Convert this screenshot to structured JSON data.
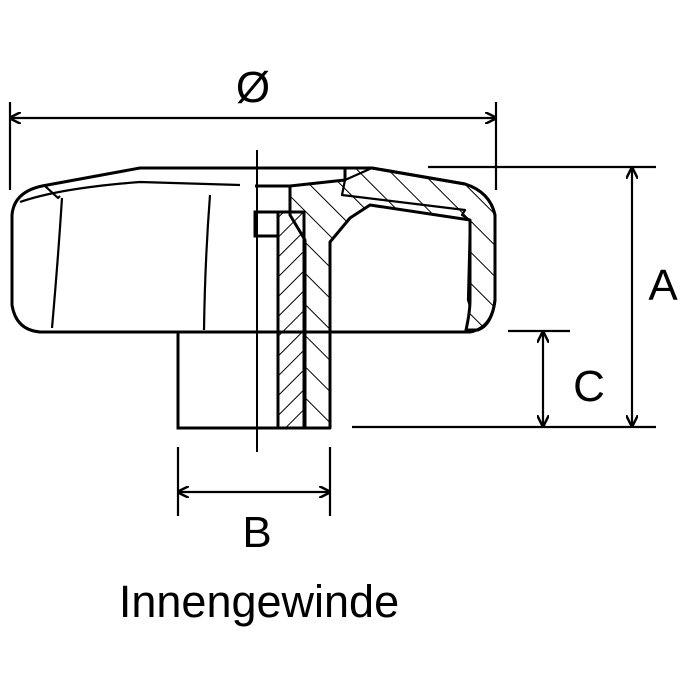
{
  "labels": {
    "diameter": "Ø",
    "height_total": "A",
    "thread_size": "B",
    "boss_height": "C",
    "caption": "Innengewinde"
  },
  "colors": {
    "stroke": "#000000",
    "background": "#ffffff"
  }
}
